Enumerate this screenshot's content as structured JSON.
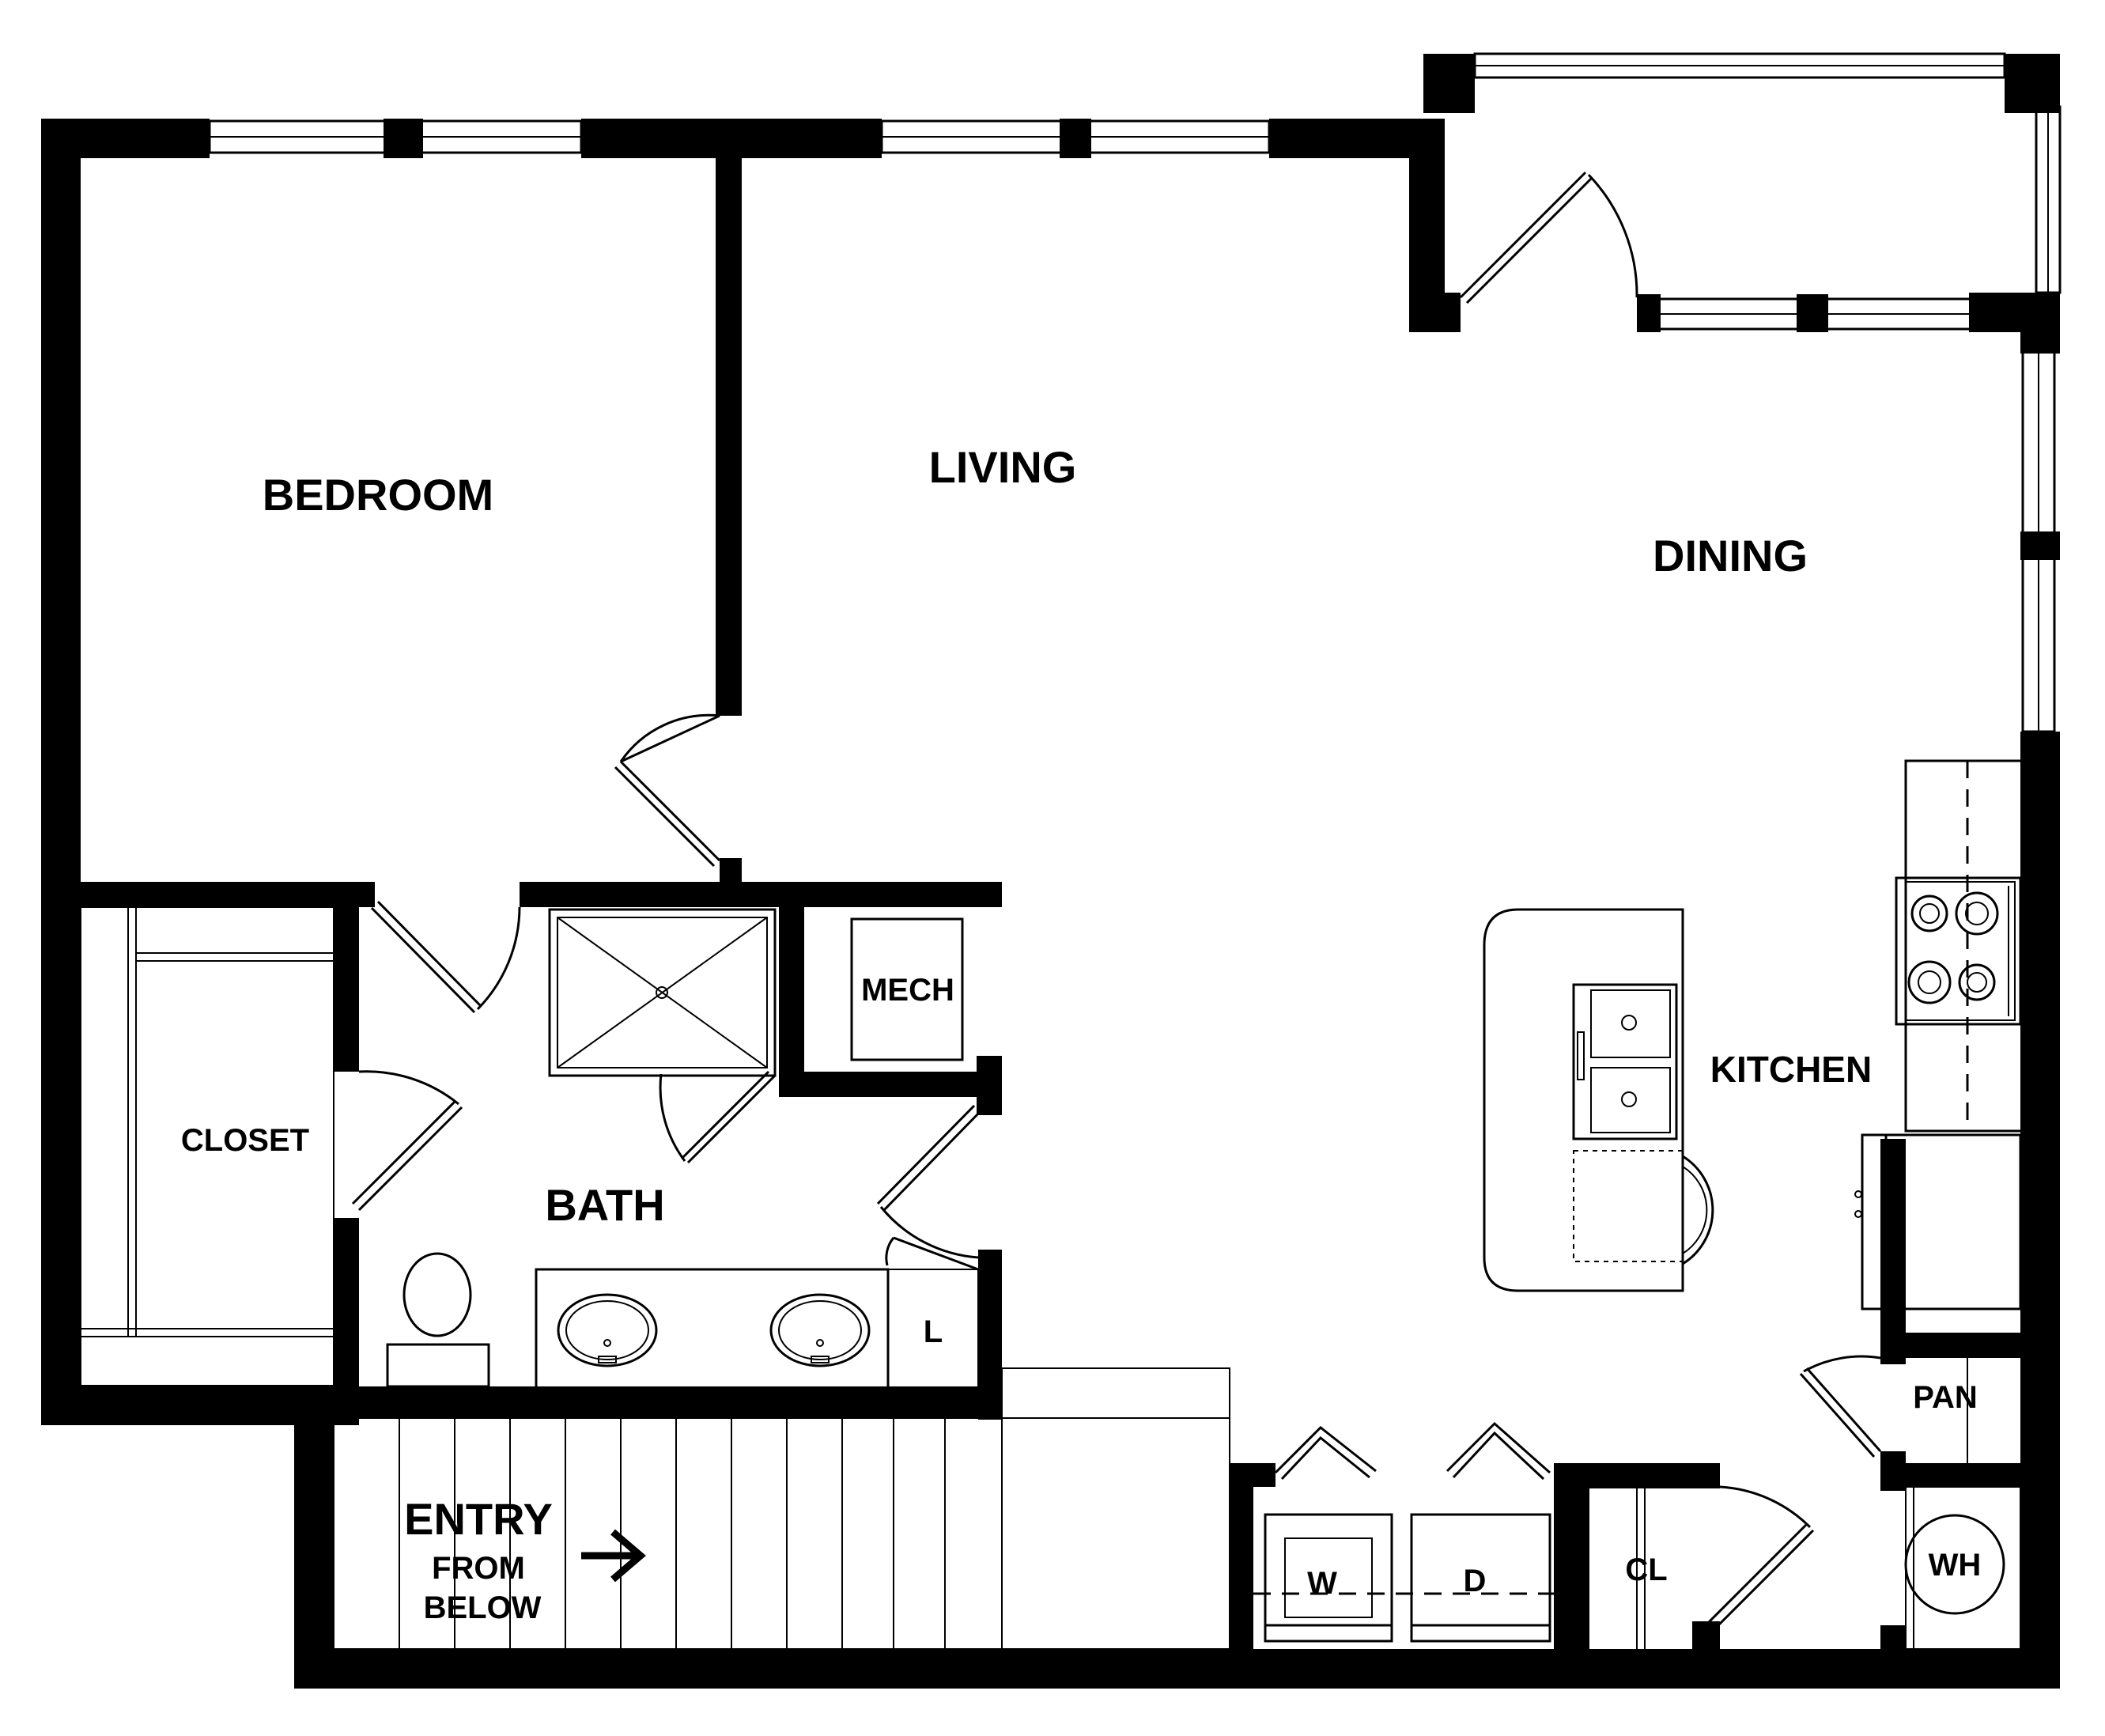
{
  "rooms": {
    "bedroom": "BEDROOM",
    "living": "LIVING",
    "dining": "DINING",
    "kitchen": "KITCHEN",
    "closet": "CLOSET",
    "bath": "BATH",
    "mech": "MECH",
    "linen": "L",
    "pantry": "PAN",
    "water_heater": "WH",
    "coat_closet": "CL",
    "washer": "W",
    "dryer": "D"
  },
  "entry": {
    "line1": "ENTRY",
    "line2": "FROM",
    "line3": "BELOW"
  }
}
